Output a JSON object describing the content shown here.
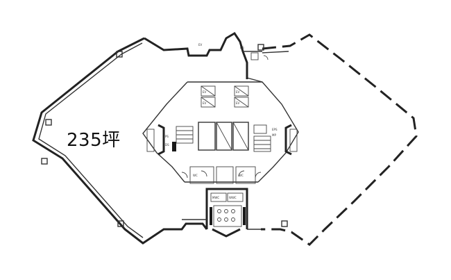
{
  "area_label": "235坪",
  "room_labels": [
    "EV",
    "EV",
    "EV",
    "EV",
    "PS",
    "DS",
    "WC",
    "WC",
    "MWC",
    "WWC",
    "EPS",
    "MP",
    "EV",
    "DS"
  ]
}
